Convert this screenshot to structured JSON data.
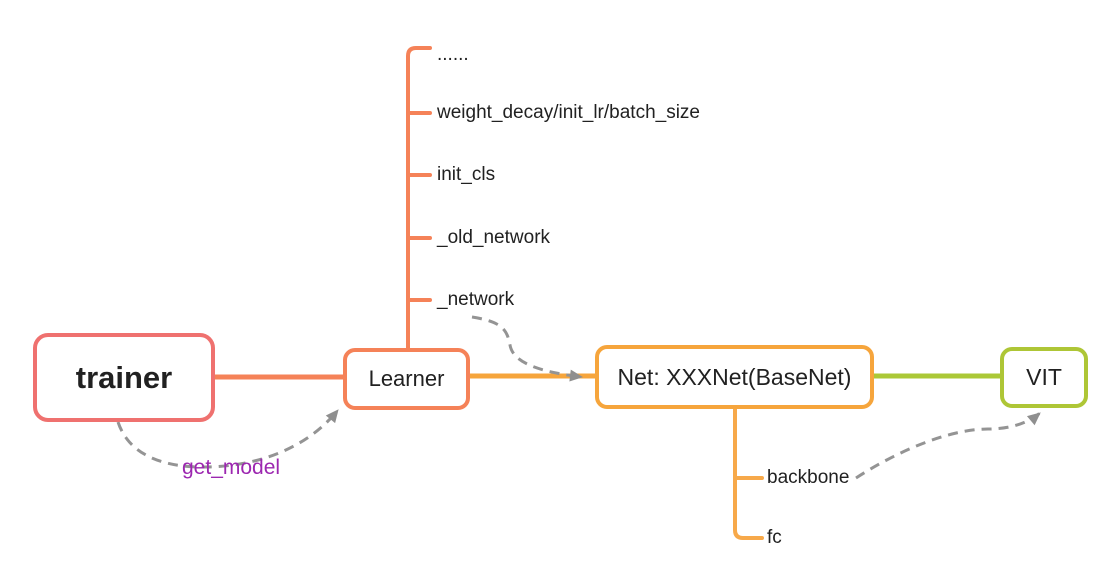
{
  "diagram": {
    "nodes": {
      "trainer": {
        "label": "trainer"
      },
      "learner": {
        "label": "Learner"
      },
      "net": {
        "label": "Net: XXXNet(BaseNet)"
      },
      "vit": {
        "label": "VIT"
      }
    },
    "learner_children": [
      {
        "label": "......"
      },
      {
        "label": "weight_decay/init_lr/batch_size"
      },
      {
        "label": "init_cls"
      },
      {
        "label": "_old_network"
      },
      {
        "label": "_network"
      }
    ],
    "net_children": [
      {
        "label": "backbone"
      },
      {
        "label": "fc"
      }
    ],
    "relations": {
      "get_model": {
        "label": "get_model",
        "from": "trainer",
        "to": "Learner"
      },
      "network_to_net": {
        "from": "_network",
        "to": "Net: XXXNet(BaseNet)"
      },
      "backbone_to_vit": {
        "from": "backbone",
        "to": "VIT"
      }
    },
    "colors": {
      "trainer_border": "#ef716f",
      "learner_border": "#f58258",
      "net_border": "#f6a53c",
      "vit_border": "#aec636",
      "edge_trainer_learner": "#f58258",
      "edge_learner_net": "#f6a53c",
      "edge_net_vit": "#abc837",
      "learner_branch": "#f58258",
      "net_branch": "#f7a94a",
      "relation_arrow": "#949494",
      "relation_label_color": "#9c27b0",
      "text": "#212121",
      "background": "#ffffff"
    }
  }
}
